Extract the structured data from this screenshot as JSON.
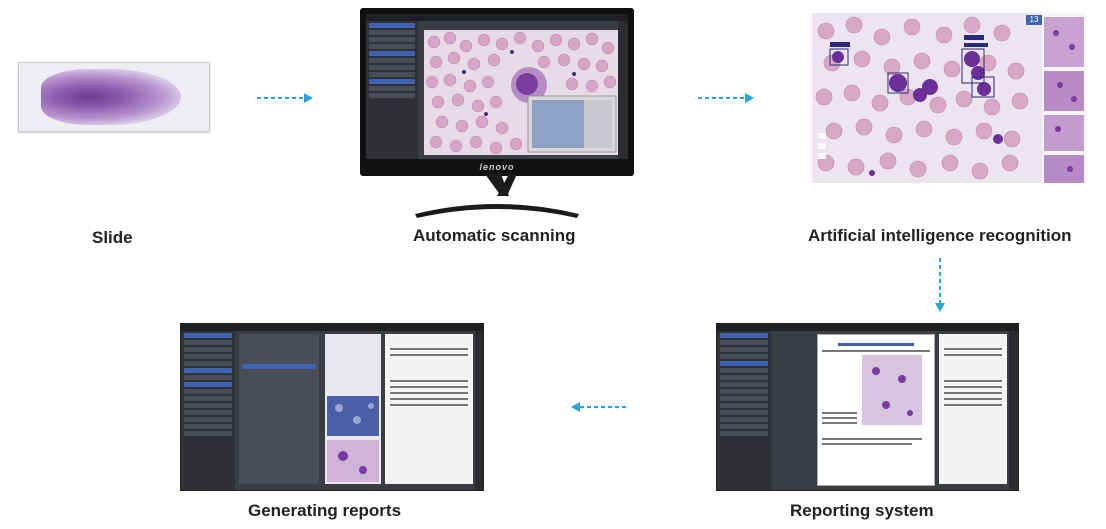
{
  "steps": {
    "slide": "Slide",
    "scanning": "Automatic scanning",
    "ai": "Artificial intelligence recognition",
    "generating": "Generating reports",
    "reporting": "Reporting system"
  },
  "monitor_brand": "lenovo",
  "ai_counter": "13",
  "colors": {
    "arrow": "#29a3d8",
    "ui_dark": "#3a3d44",
    "ui_blue": "#3f63b3",
    "cell": "#8b3fa8",
    "rbc": "#d8a9c6"
  }
}
